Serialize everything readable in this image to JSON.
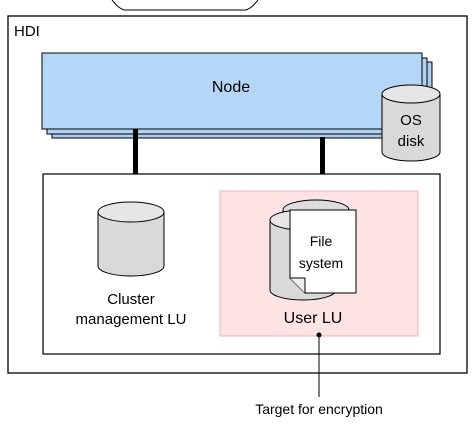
{
  "diagram": {
    "container_label": "HDI",
    "node_label": "Node",
    "os_disk_label": [
      "OS",
      "disk"
    ],
    "cluster_lu_label": [
      "Cluster",
      "management LU"
    ],
    "file_system_label": [
      "File",
      "system"
    ],
    "user_lu_label": "User LU",
    "callout_label": "Target for encryption"
  },
  "colors": {
    "node_fill": "#b4d6f7",
    "node_shadow": "#a9cdf0",
    "encryption_zone": "#fde4e4",
    "encryption_zone_border": "#f3b5b5",
    "cylinder_fill": "#d9d9d9",
    "border": "#000000"
  }
}
